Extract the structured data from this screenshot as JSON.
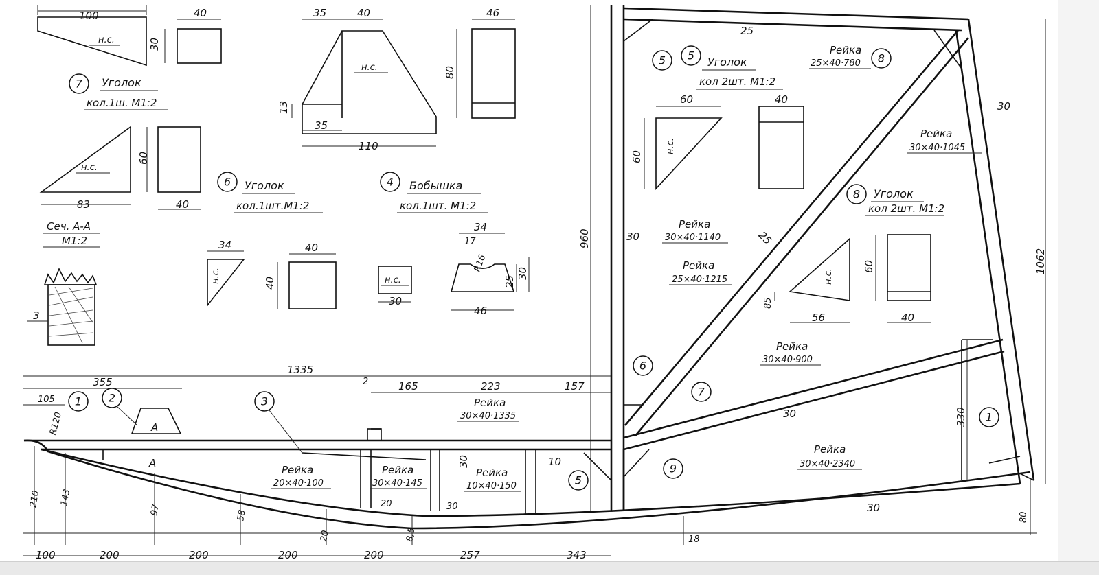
{
  "callouts": [
    "1",
    "2",
    "3",
    "4",
    "5",
    "6",
    "7",
    "8",
    "9"
  ],
  "parts": {
    "p7": {
      "title": "Уголок",
      "qty": "кол.1ш. М1:2"
    },
    "p6": {
      "title": "Уголок",
      "qty": "кол.1шт.М1:2"
    },
    "p4": {
      "title": "Бобышка",
      "qty": "кол.1шт. М1:2"
    },
    "p5": {
      "title": "Уголок",
      "qty": "кол 2шт. М1:2"
    },
    "p8": {
      "title": "Уголок",
      "qty": "кол 2шт. М1:2"
    },
    "section": {
      "title": "Сеч. А-А",
      "scale": "М1:2"
    }
  },
  "hs": "н.с.",
  "section_mark": "А",
  "rails": {
    "r1": {
      "name": "Рейка",
      "size": "25×40·780"
    },
    "r2": {
      "name": "Рейка",
      "size": "30×40·1045"
    },
    "r3": {
      "name": "Рейка",
      "size": "30×40·1140"
    },
    "r4": {
      "name": "Рейка",
      "size": "25×40·1215"
    },
    "r5": {
      "name": "Рейка",
      "size": "30×40·900"
    },
    "r6": {
      "name": "Рейка",
      "size": "30×40·2340"
    },
    "r7": {
      "name": "Рейка",
      "size": "30×40·1335"
    },
    "r8": {
      "name": "Рейка",
      "size": "20×40·100"
    },
    "r9": {
      "name": "Рейка",
      "size": "30×40·145"
    },
    "r10": {
      "name": "Рейка",
      "size": "10×40·150"
    }
  },
  "dims": {
    "d100": "100",
    "d40a": "40",
    "d30a": "30",
    "d35a": "35",
    "d40b": "40",
    "d46": "46",
    "d80": "80",
    "d13": "13",
    "d35b": "35",
    "d110": "110",
    "d60a": "60",
    "d83": "83",
    "d40c": "40",
    "d34a": "34",
    "d40d": "40",
    "d40e": "40",
    "d34b": "34",
    "d17": "17",
    "dR16": "R16",
    "d25a": "25",
    "d30b": "30",
    "d46b": "46",
    "d30c": "30",
    "d3": "3",
    "d60b": "60",
    "d60c": "60",
    "d40f": "40",
    "d25b": "25",
    "d30d": "30",
    "d960": "960",
    "d30e": "30",
    "d25c": "25",
    "d85": "85",
    "d56": "56",
    "d60d": "60",
    "d40g": "40",
    "d1062": "1062",
    "d330": "330",
    "d30f": "30",
    "d30g": "30",
    "d1335": "1335",
    "d355": "355",
    "d105": "105",
    "dR120": "R120",
    "d2": "2",
    "d165": "165",
    "d223": "223",
    "d157": "157",
    "d10": "10",
    "d20": "20",
    "d30h": "30",
    "d30i": "30",
    "d210": "210",
    "d143": "143",
    "d97": "97",
    "d58": "58",
    "d20b": "20",
    "d85b": "8,5",
    "d18": "18",
    "d80b": "80",
    "b100": "100",
    "b200a": "200",
    "b200b": "200",
    "b200c": "200",
    "b200d": "200",
    "b257": "257",
    "b343": "343"
  }
}
